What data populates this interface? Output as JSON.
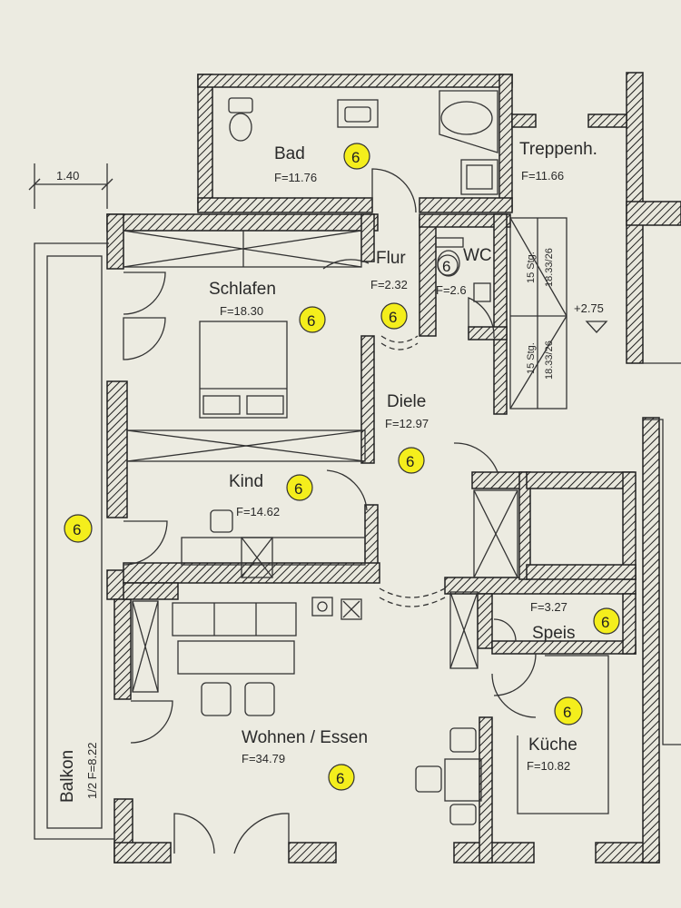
{
  "rooms": {
    "bad": {
      "name": "Bad",
      "area": "F=11.76"
    },
    "treppenhaus": {
      "name": "Treppenh.",
      "area": "F=11.66"
    },
    "flur": {
      "name": "Flur",
      "area": "F=2.32"
    },
    "wc": {
      "name": "WC",
      "area": "F=2.6"
    },
    "schlafen": {
      "name": "Schlafen",
      "area": "F=18.30"
    },
    "diele": {
      "name": "Diele",
      "area": "F=12.97"
    },
    "kind": {
      "name": "Kind",
      "area": "F=14.62"
    },
    "speis": {
      "name": "Speis",
      "area": "F=3.27"
    },
    "wohnen": {
      "name": "Wohnen / Essen",
      "area": "F=34.79"
    },
    "kueche": {
      "name": "Küche",
      "area": "F=10.82"
    },
    "balkon": {
      "name": "Balkon",
      "area": "1/2  F=8.22"
    }
  },
  "dimension": "1.40",
  "stairs": {
    "upper": "15 Stg.",
    "upper_ratio": "18.33/26",
    "lower": "15 Stg.",
    "lower_ratio": "18.33/26"
  },
  "level": "+2.75",
  "marker_label": "6",
  "marker_color": "#f4ee1c"
}
